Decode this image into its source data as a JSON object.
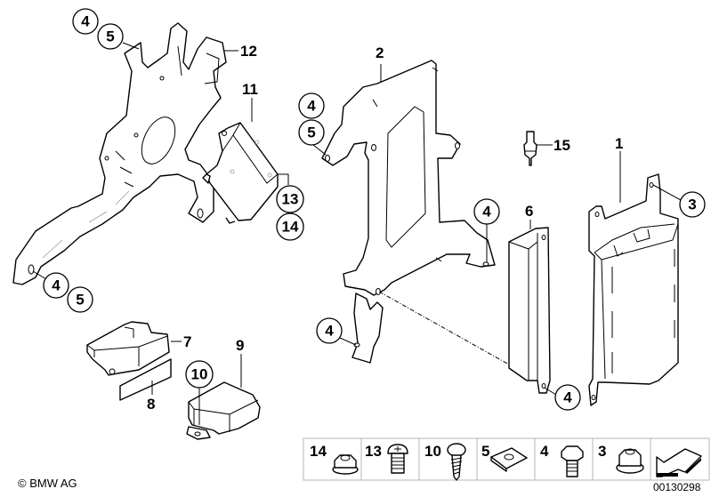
{
  "diagram": {
    "copyright": "© BMW AG",
    "diagram_number": "00130298",
    "parts": [
      {
        "id": "1",
        "label": "1"
      },
      {
        "id": "2",
        "label": "2"
      },
      {
        "id": "3",
        "label": "3"
      },
      {
        "id": "6",
        "label": "6"
      },
      {
        "id": "7",
        "label": "7"
      },
      {
        "id": "8",
        "label": "8"
      },
      {
        "id": "9",
        "label": "9"
      },
      {
        "id": "11",
        "label": "11"
      },
      {
        "id": "12",
        "label": "12"
      },
      {
        "id": "15",
        "label": "15"
      }
    ],
    "callouts": {
      "top_left_4": "4",
      "top_left_5": "5",
      "bottom_left_4": "4",
      "bottom_left_5": "5",
      "mid_4": "4",
      "mid_5": "5",
      "c13": "13",
      "c14": "14",
      "bracket_right_4": "4",
      "lower_bracket_4": "4",
      "module6_4": "4",
      "module1_3": "3",
      "airbag_10": "10"
    },
    "fasteners": [
      {
        "number": "14",
        "type": "flange-nut"
      },
      {
        "number": "13",
        "type": "torx-bolt"
      },
      {
        "number": "10",
        "type": "self-tapping-screw"
      },
      {
        "number": "5",
        "type": "clip-nut"
      },
      {
        "number": "4",
        "type": "hex-bolt"
      },
      {
        "number": "3",
        "type": "hex-flange-nut"
      }
    ]
  }
}
